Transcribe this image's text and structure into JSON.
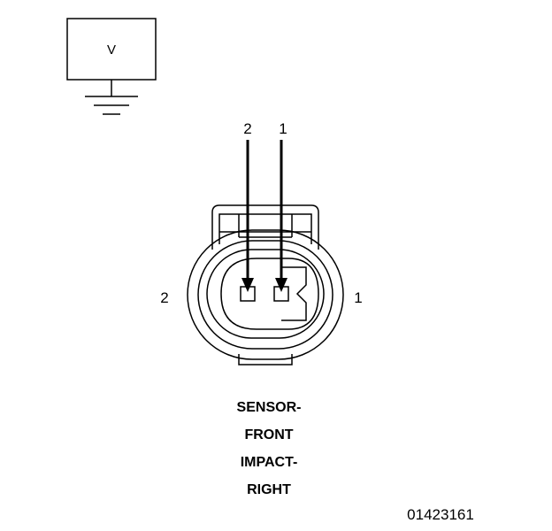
{
  "meter": {
    "label": "V"
  },
  "probes": {
    "left_label": "2",
    "right_label": "1"
  },
  "connector": {
    "left_cavity_label": "2",
    "right_cavity_label": "1"
  },
  "caption": {
    "line1": "SENSOR-",
    "line2": "FRONT",
    "line3": "IMPACT-",
    "line4": "RIGHT"
  },
  "figure_number": "01423161"
}
